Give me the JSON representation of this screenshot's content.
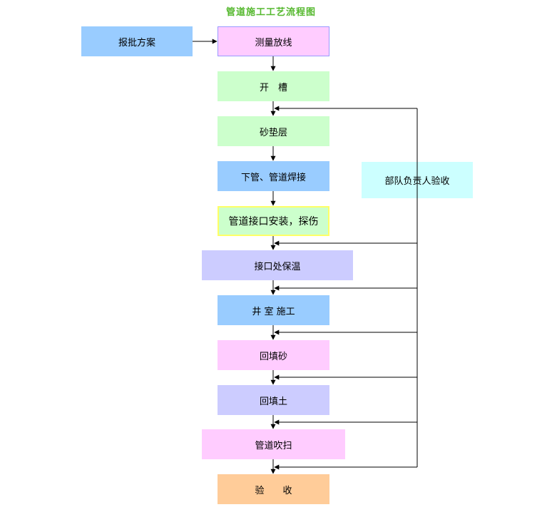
{
  "title": "管道施工工艺流程图",
  "nodes": {
    "approval": "报批方案",
    "survey": "测量放线",
    "trench": "开　槽",
    "sand_layer": "砂垫层",
    "pipe_laying": "下管、管道焊接",
    "joint_install": "管道接口安装，探伤",
    "joint_insulation": "接口处保温",
    "well_chamber": "井 室 施工",
    "backfill_sand": "回填砂",
    "backfill_soil": "回填土",
    "pipe_purge": "管道吹扫",
    "acceptance": "验　　收",
    "inspector": "部队负责人验收"
  },
  "colors": {
    "blue": "#99ccff",
    "pink": "#ffccff",
    "green": "#ccffcc",
    "lavender": "#ccccff",
    "cyan": "#ccffff",
    "orange": "#ffcc99",
    "title": "#55b82e"
  }
}
